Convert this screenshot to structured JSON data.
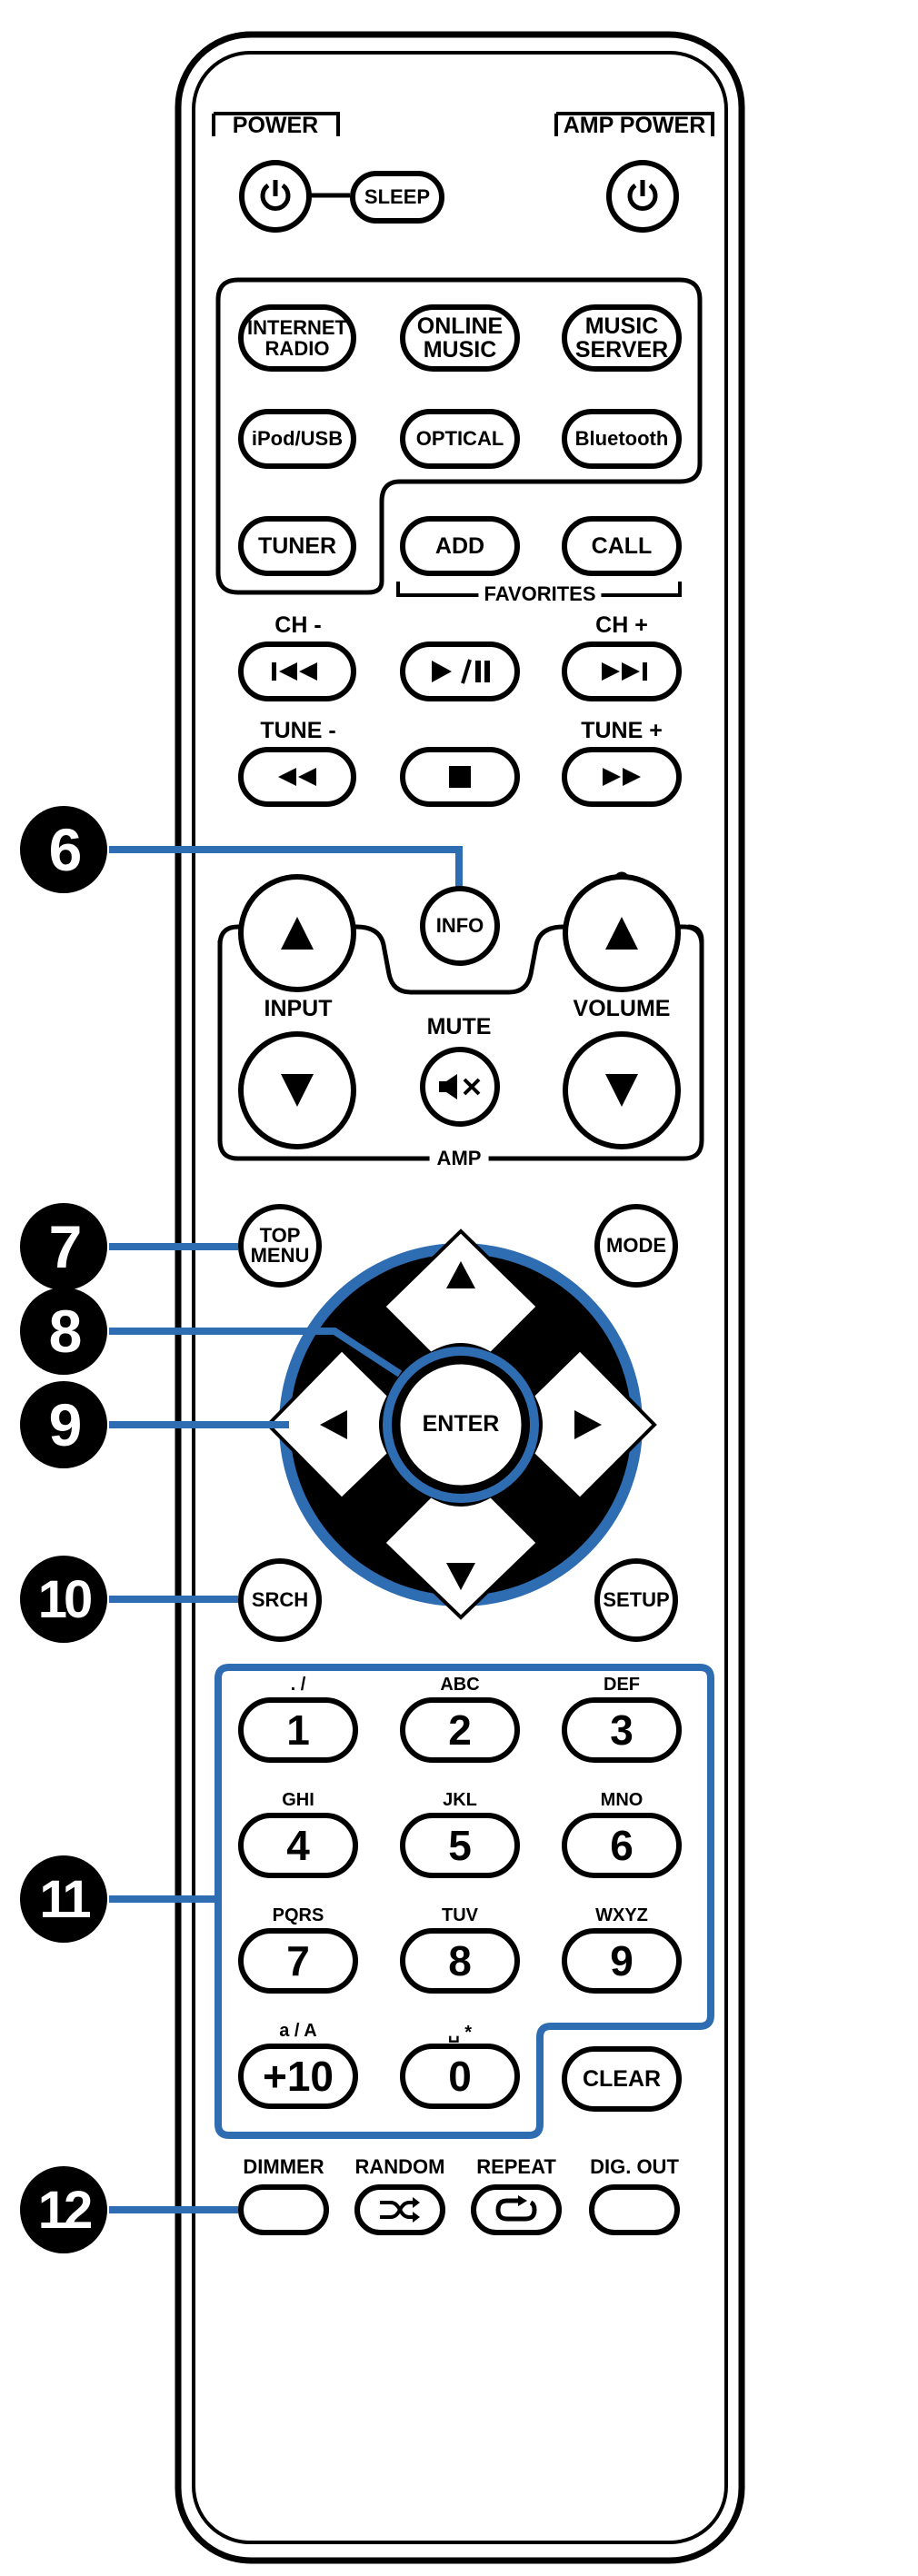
{
  "top_labels": {
    "power": "POWER",
    "amp_power": "AMP POWER"
  },
  "buttons": {
    "sleep": "SLEEP",
    "internet_radio_1": "INTERNET",
    "internet_radio_2": "RADIO",
    "online_music_1": "ONLINE",
    "online_music_2": "MUSIC",
    "music_server_1": "MUSIC",
    "music_server_2": "SERVER",
    "ipod_usb": "iPod/USB",
    "optical": "OPTICAL",
    "bluetooth": "Bluetooth",
    "tuner": "TUNER",
    "add": "ADD",
    "call": "CALL",
    "info": "INFO",
    "top_menu_1": "TOP",
    "top_menu_2": "MENU",
    "mode": "MODE",
    "enter": "ENTER",
    "srch": "SRCH",
    "setup": "SETUP",
    "clear": "CLEAR"
  },
  "group_labels": {
    "favorites": "FAVORITES",
    "ch_minus": "CH -",
    "ch_plus": "CH +",
    "tune_minus": "TUNE -",
    "tune_plus": "TUNE +",
    "input": "INPUT",
    "mute": "MUTE",
    "volume": "VOLUME",
    "amp": "AMP"
  },
  "keypad": [
    {
      "sub": ". /",
      "key": "1"
    },
    {
      "sub": "ABC",
      "key": "2"
    },
    {
      "sub": "DEF",
      "key": "3"
    },
    {
      "sub": "GHI",
      "key": "4"
    },
    {
      "sub": "JKL",
      "key": "5"
    },
    {
      "sub": "MNO",
      "key": "6"
    },
    {
      "sub": "PQRS",
      "key": "7"
    },
    {
      "sub": "TUV",
      "key": "8"
    },
    {
      "sub": "WXYZ",
      "key": "9"
    },
    {
      "sub": "a / A",
      "key": "+10"
    },
    {
      "sub": "␣ *",
      "key": "0"
    }
  ],
  "bottom_row": {
    "dimmer": "DIMMER",
    "random": "RANDOM",
    "repeat": "REPEAT",
    "dig_out": "DIG. OUT"
  },
  "callouts": [
    "6",
    "7",
    "8",
    "9",
    "10",
    "11",
    "12"
  ],
  "colors": {
    "callout_blue": "#2f6db3",
    "outline": "#000000"
  }
}
